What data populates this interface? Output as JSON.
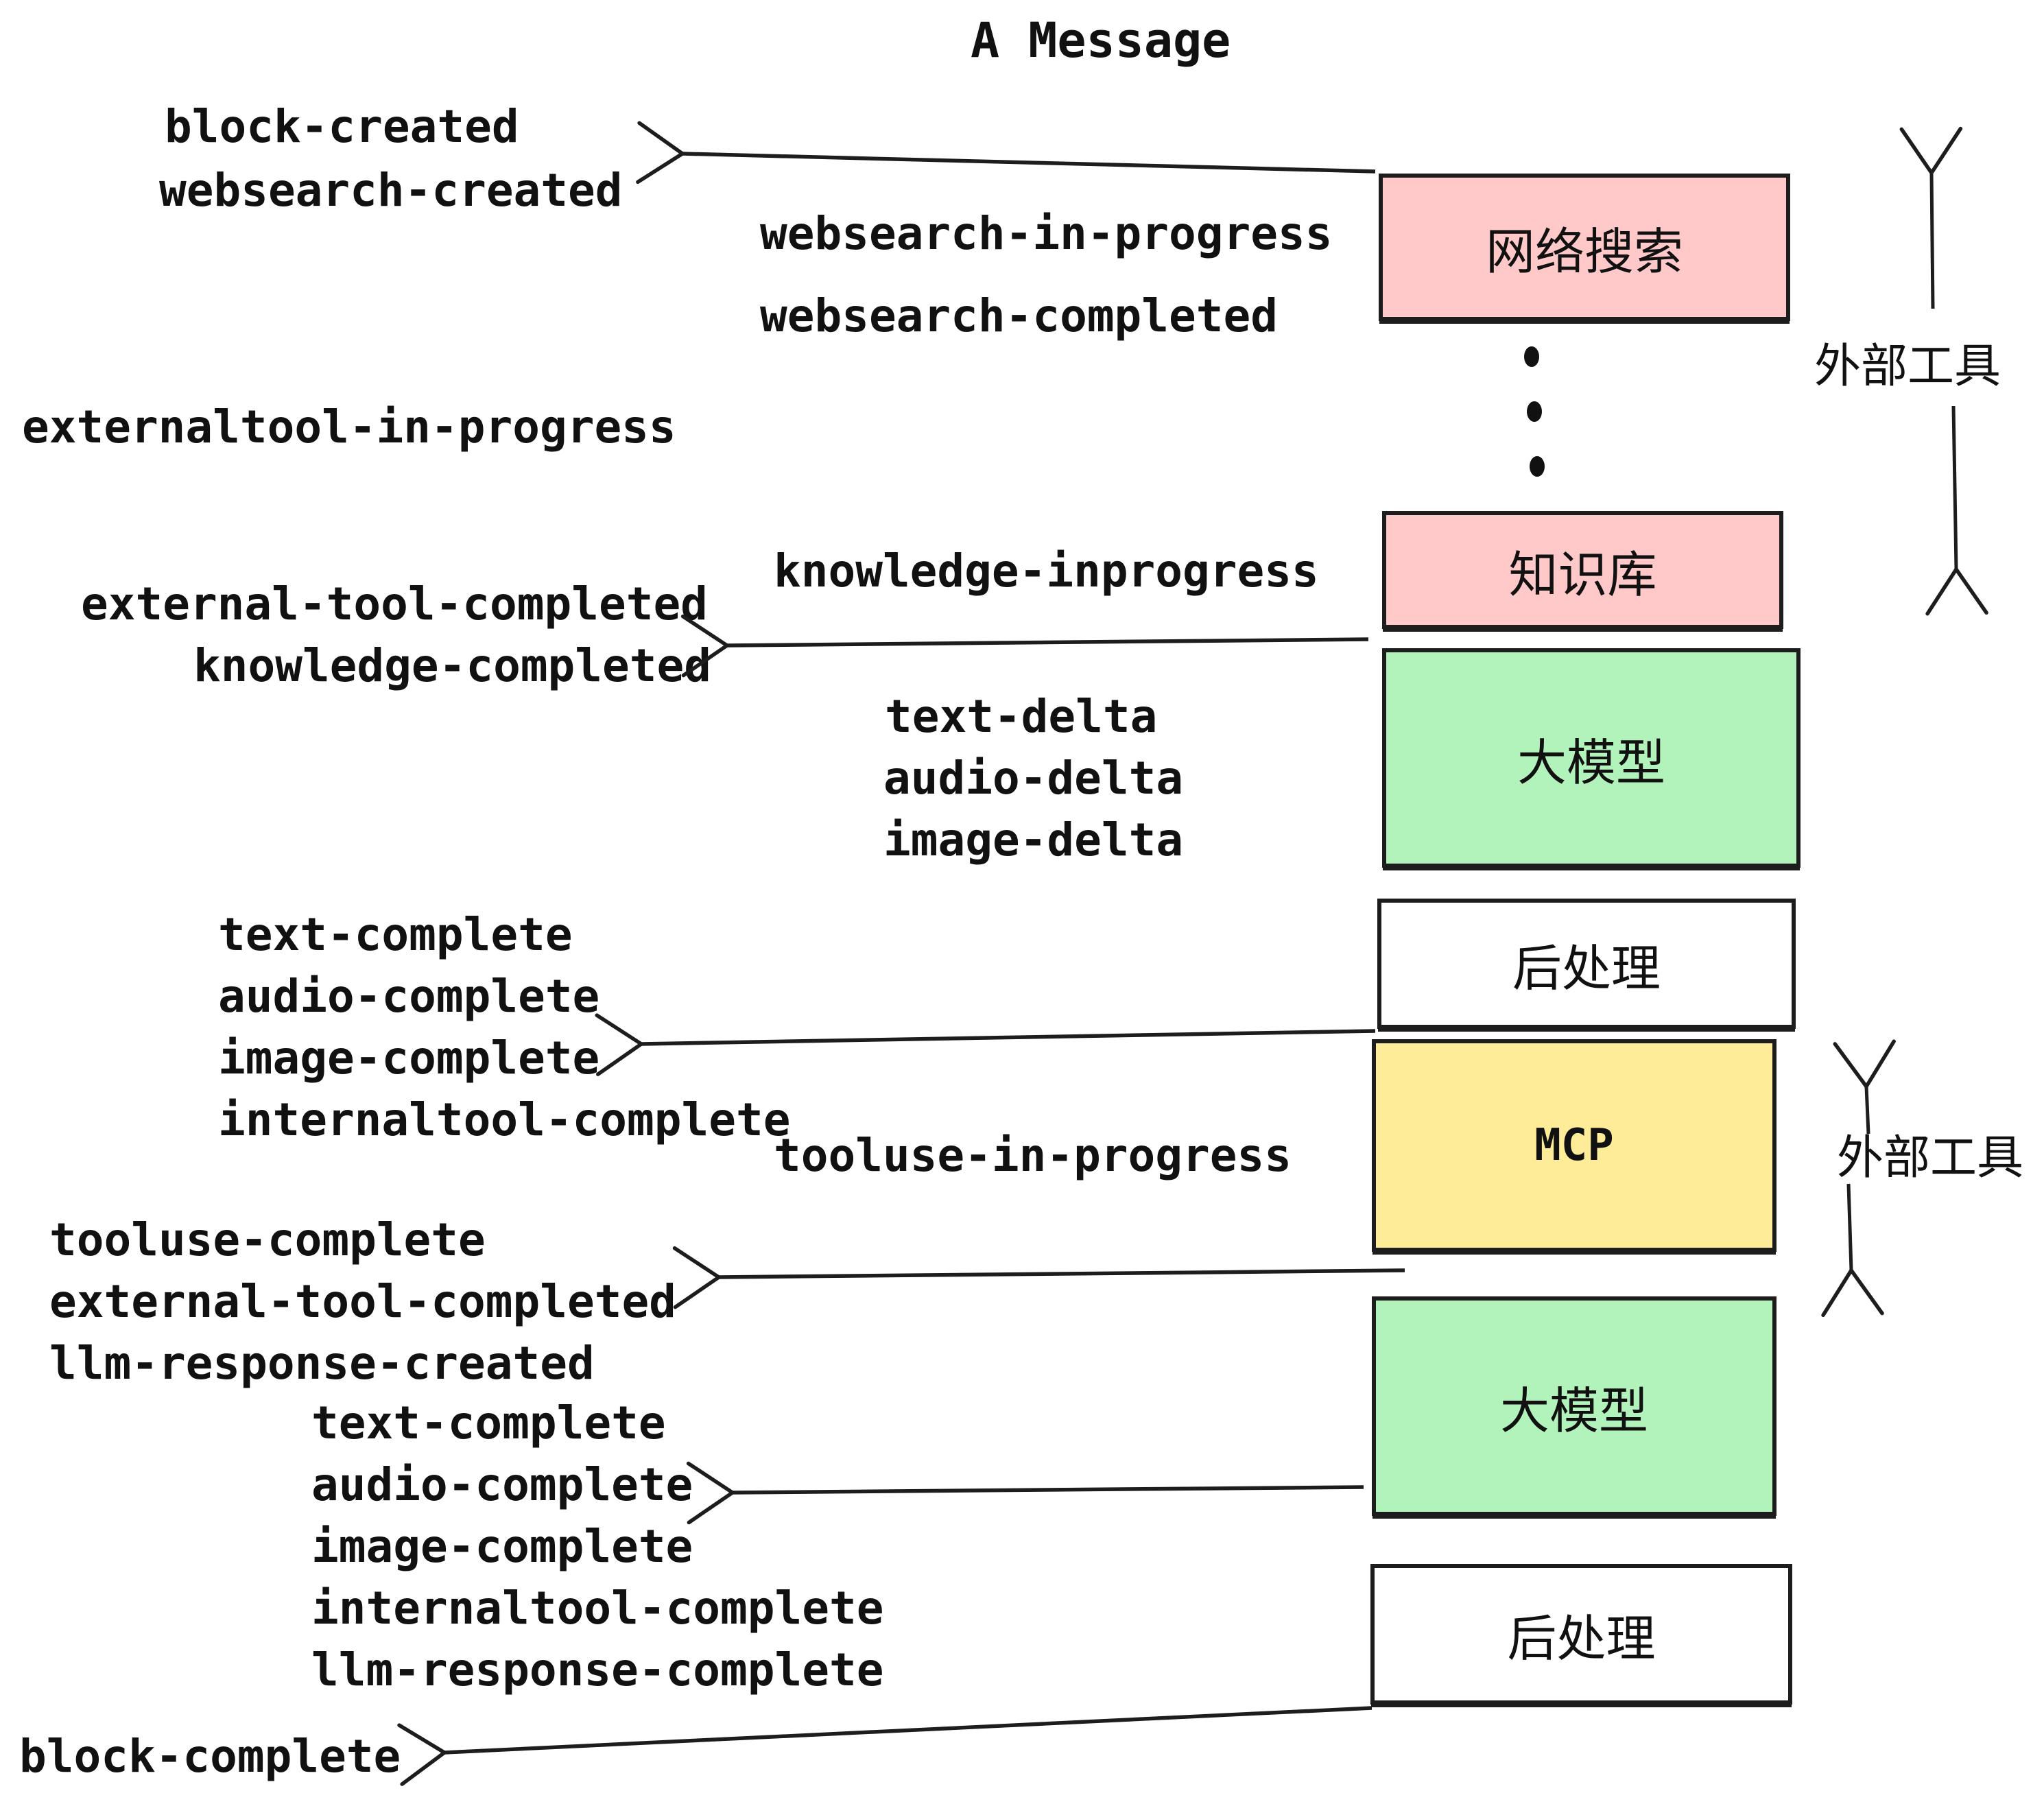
{
  "title": "A Message",
  "colors": {
    "pink": "#ffc9c9",
    "green": "#b2f2bb",
    "yellow": "#ffec99",
    "white": "#ffffff",
    "ink": "#1d1d1d",
    "background": "#ffffff"
  },
  "events": [
    {
      "label": "block-created"
    },
    {
      "label": "websearch-created"
    },
    {
      "label": "websearch-in-progress"
    },
    {
      "label": "websearch-completed"
    },
    {
      "label": "externaltool-in-progress"
    },
    {
      "label": "knowledge-inprogress"
    },
    {
      "label": "external-tool-completed"
    },
    {
      "label": "knowledge-completed"
    },
    {
      "label": "text-delta"
    },
    {
      "label": "audio-delta"
    },
    {
      "label": "image-delta"
    },
    {
      "label": "text-complete"
    },
    {
      "label": "audio-complete"
    },
    {
      "label": "image-complete"
    },
    {
      "label": "internaltool-complete"
    },
    {
      "label": "tooluse-in-progress"
    },
    {
      "label": "tooluse-complete"
    },
    {
      "label": "external-tool-completed"
    },
    {
      "label": "llm-response-created"
    },
    {
      "label": "text-complete"
    },
    {
      "label": "audio-complete"
    },
    {
      "label": "image-complete"
    },
    {
      "label": "internaltool-complete"
    },
    {
      "label": "llm-response-complete"
    },
    {
      "label": "block-complete"
    }
  ],
  "boxes": [
    {
      "id": "websearch",
      "label": "网络搜索",
      "fill": "#ffc9c9"
    },
    {
      "id": "knowledge",
      "label": "知识库",
      "fill": "#ffc9c9"
    },
    {
      "id": "llm-1",
      "label": "大模型",
      "fill": "#b2f2bb"
    },
    {
      "id": "postprocess-1",
      "label": "后处理",
      "fill": "#ffffff"
    },
    {
      "id": "mcp",
      "label": "MCP",
      "fill": "#ffec99"
    },
    {
      "id": "llm-2",
      "label": "大模型",
      "fill": "#b2f2bb"
    },
    {
      "id": "postprocess-2",
      "label": "后处理",
      "fill": "#ffffff"
    }
  ],
  "side_labels": [
    {
      "label": "外部工具"
    },
    {
      "label": "外部工具"
    }
  ],
  "ellipsis_dots": 3
}
